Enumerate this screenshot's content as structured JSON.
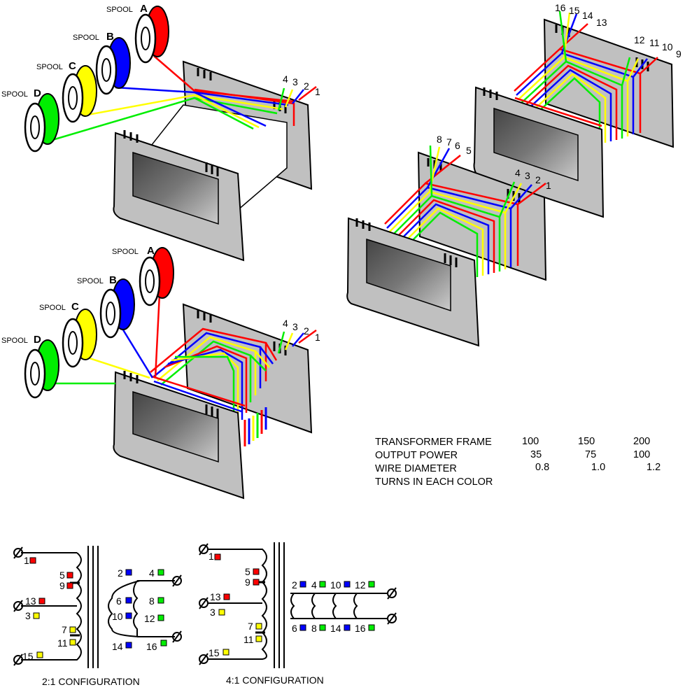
{
  "spools": {
    "word": "SPOOL",
    "a": "A",
    "b": "B",
    "c": "C",
    "d": "D"
  },
  "pins": {
    "p1": "1",
    "p2": "2",
    "p3": "3",
    "p4": "4",
    "p5": "5",
    "p6": "6",
    "p7": "7",
    "p8": "8",
    "p9": "9",
    "p10": "10",
    "p11": "11",
    "p12": "12",
    "p13": "13",
    "p14": "14",
    "p15": "15",
    "p16": "16"
  },
  "wire_colors": {
    "a": "#ff0000",
    "b": "#0000ff",
    "c": "#ffff00",
    "d": "#00ee00"
  },
  "table": {
    "rows": [
      {
        "label": "TRANSFORMER FRAME",
        "v1": "100",
        "v2": "150",
        "v3": "200"
      },
      {
        "label": "OUTPUT POWER",
        "v1": "35",
        "v2": "75",
        "v3": "100"
      },
      {
        "label": "WIRE DIAMETER",
        "v1": "0.8",
        "v2": "1.0",
        "v3": "1.2"
      },
      {
        "label": "TURNS IN EACH COLOR",
        "v1": "",
        "v2": "",
        "v3": ""
      }
    ]
  },
  "schematics": {
    "left_caption": "2:1 CONFIGURATION",
    "right_caption": "4:1 CONFIGURATION",
    "terminal_symbol": "Ø"
  }
}
